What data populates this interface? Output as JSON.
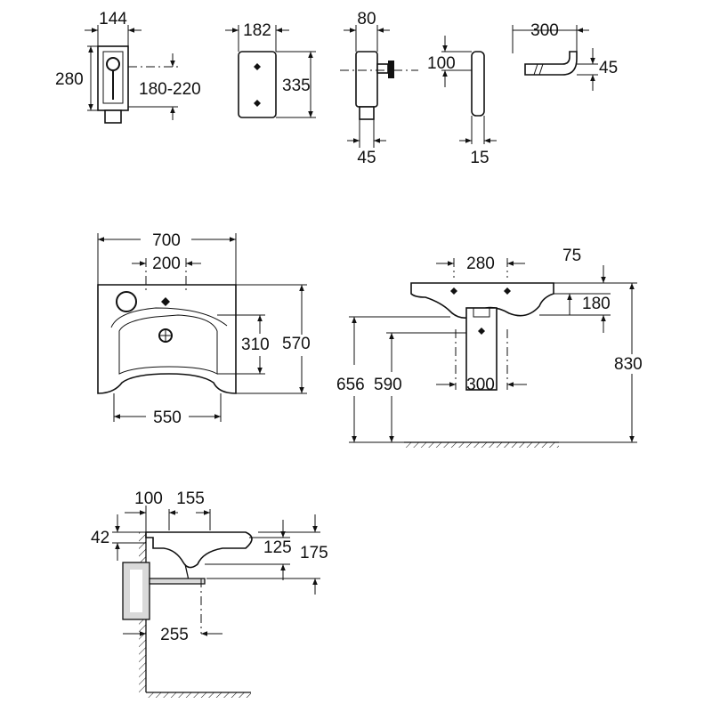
{
  "drawing": {
    "colors": {
      "line": "#111111",
      "paper": "#ffffff",
      "fill": "#d9d9d9"
    },
    "bracket": {
      "width": "144",
      "height": "280",
      "range": "180-220"
    },
    "plate": {
      "width": "182",
      "height": "335"
    },
    "waste_side": {
      "depth": "80",
      "pipe": "45"
    },
    "panel": {
      "offset": "100",
      "thickness": "15"
    },
    "trap": {
      "length": "300",
      "height": "45"
    },
    "basin_plan": {
      "width": "700",
      "fixing_centres": "200",
      "bowl_depth": "310",
      "depth": "570",
      "front_width": "550"
    },
    "basin_front": {
      "fixing_centres": "280",
      "top_offset": "75",
      "fixing_height": "180",
      "rim_height": "830",
      "height_656": "656",
      "height_590": "590",
      "pedestal": "300"
    },
    "basin_side": {
      "dim_100": "100",
      "dim_155": "155",
      "dim_42": "42",
      "dim_125": "125",
      "dim_175": "175",
      "dim_255": "255"
    }
  }
}
